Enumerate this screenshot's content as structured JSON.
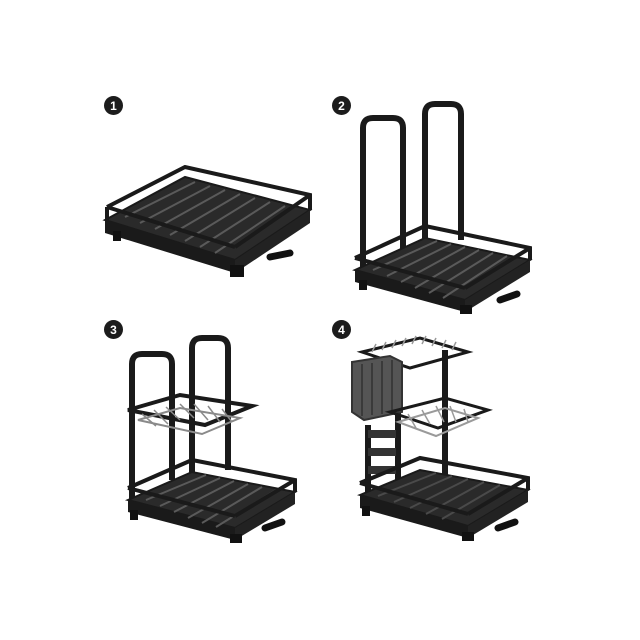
{
  "steps": [
    {
      "number": "1"
    },
    {
      "number": "2"
    },
    {
      "number": "3"
    },
    {
      "number": "4"
    }
  ],
  "colors": {
    "frame": "#1a1a1a",
    "tray": "#2a2a2a",
    "slot": "#4a4a4a",
    "chrome": "#9a9a9a",
    "holder": "#555555",
    "background": "#ffffff"
  },
  "icons": [
    "dish-rack-base",
    "dish-rack-with-frame",
    "dish-rack-with-basket",
    "dish-rack-assembled"
  ]
}
